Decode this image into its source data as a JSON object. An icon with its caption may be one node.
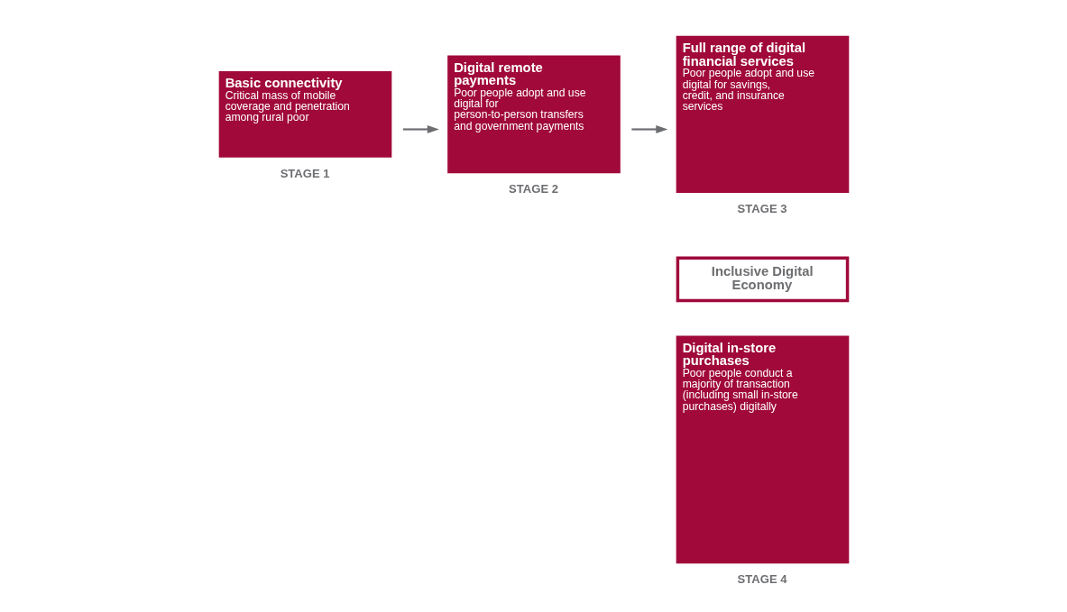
{
  "diagram": {
    "nodes": [
      {
        "text": [
          "Basic connectivity",
          "Critical mass of mobile coverage and penetration among rural poor"
        ],
        "beside": [
          "STAGE 1"
        ]
      },
      {
        "text": [
          "Digital remote payments",
          "Poor people adopt and use digital for person-to-person transfers and government payments"
        ],
        "beside": [
          "STAGE 2"
        ]
      },
      {
        "text": [
          "Full range of digital financial services",
          "Poor people adopt and use digital for savings, credit, and insurance services"
        ],
        "beside": [
          "STAGE 3"
        ]
      },
      {
        "text": [
          "Inclusive Digital Economy"
        ]
      },
      {
        "text": [
          "Digital in-store purchases",
          "Poor people conduct a majority of transaction (including small in-store purchases) digitally"
        ],
        "beside": [
          "STAGE 4"
        ]
      }
    ],
    "edges": [
      {
        "from": 0,
        "to": 1,
        "arrow": "to"
      },
      {
        "from": 1,
        "to": 2,
        "arrow": "to"
      }
    ]
  }
}
